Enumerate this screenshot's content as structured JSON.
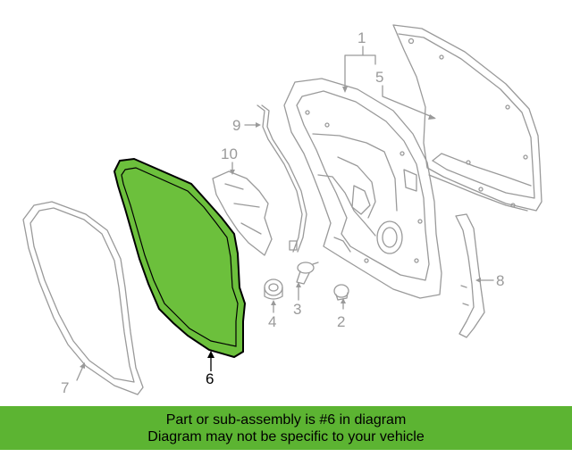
{
  "colors": {
    "highlight_fill": "#6cc03c",
    "banner_bg": "#5cb432",
    "line_gray": "#9a9a9a"
  },
  "callouts": {
    "c1": "1",
    "c2": "2",
    "c3": "3",
    "c4": "4",
    "c5": "5",
    "c6": "6",
    "c7": "7",
    "c8": "8",
    "c9": "9",
    "c10": "10"
  },
  "banner": {
    "line1": "Part or sub-assembly is #6 in diagram",
    "line2": "Diagram may not be specific to your vehicle"
  }
}
